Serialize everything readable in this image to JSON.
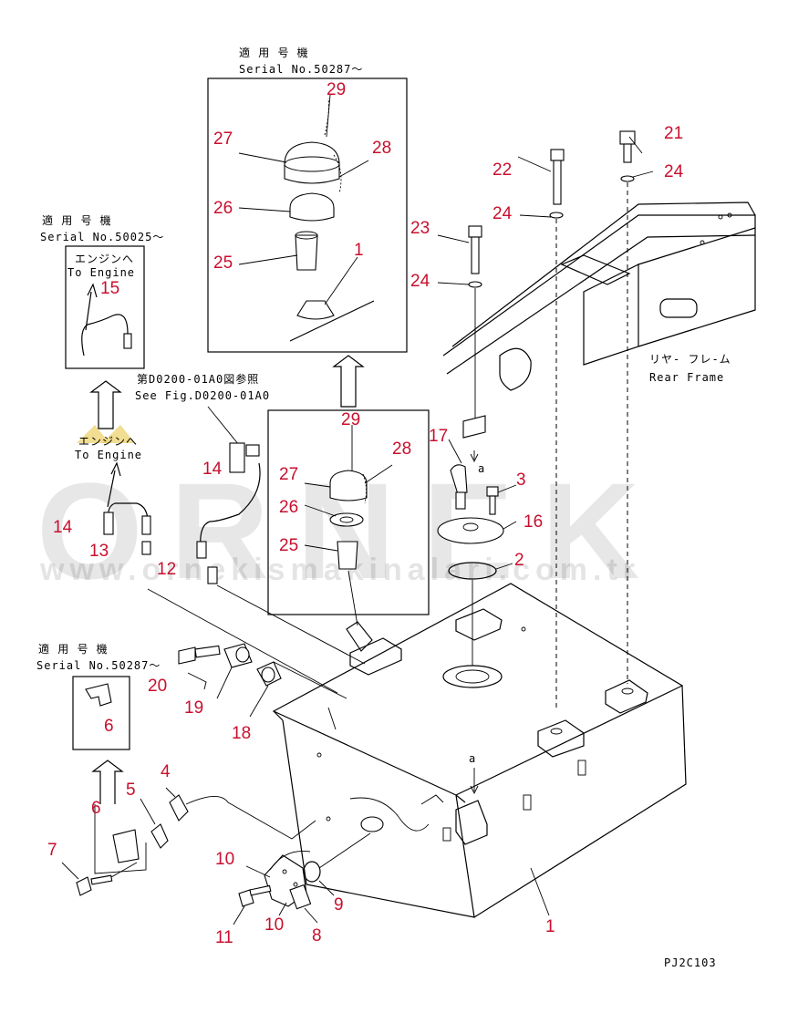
{
  "notes": {
    "top_jp": "適 用 号 機",
    "top_serial": "Serial No.50287～",
    "left_jp": "適 用 号 機",
    "left_serial": "Serial No.50025～",
    "engine_jp_1": "エンジンへ",
    "engine_en_1": "To Engine",
    "engine_jp_2": "エンジンへ",
    "engine_en_2": "To Engine",
    "see_fig_jp": "第D0200-01A0図参照",
    "see_fig_en": "See Fig.D0200-01A0",
    "rear_frame_jp": "リヤ- フレ-ム",
    "rear_frame_en": "Rear Frame",
    "bottom_jp": "適 用 号 機",
    "bottom_serial": "Serial No.50287～",
    "drawing_code": "PJ2C103",
    "view_a_1": "a",
    "view_a_2": "a"
  },
  "watermark": {
    "brand": "ORNEK",
    "url": "www.ornekismakinalari.com.tr"
  },
  "part_numbers": {
    "p29_top": "29",
    "p27_top": "27",
    "p28_top": "28",
    "p26_top": "26",
    "p25_top": "25",
    "p1_top": "1",
    "p15": "15",
    "p22": "22",
    "p21": "21",
    "p24_a": "24",
    "p24_b": "24",
    "p23": "23",
    "p24_c": "24",
    "p29": "29",
    "p28": "28",
    "p27": "27",
    "p26": "26",
    "p25": "25",
    "p14_a": "14",
    "p14_b": "14",
    "p13": "13",
    "p12": "12",
    "p17": "17",
    "p3": "3",
    "p16": "16",
    "p2": "2",
    "p20": "20",
    "p19": "19",
    "p18": "18",
    "p6_a": "6",
    "p6_b": "6",
    "p5": "5",
    "p4": "4",
    "p7": "7",
    "p10_a": "10",
    "p10_b": "10",
    "p11": "11",
    "p8": "8",
    "p9": "9",
    "p1": "1"
  }
}
